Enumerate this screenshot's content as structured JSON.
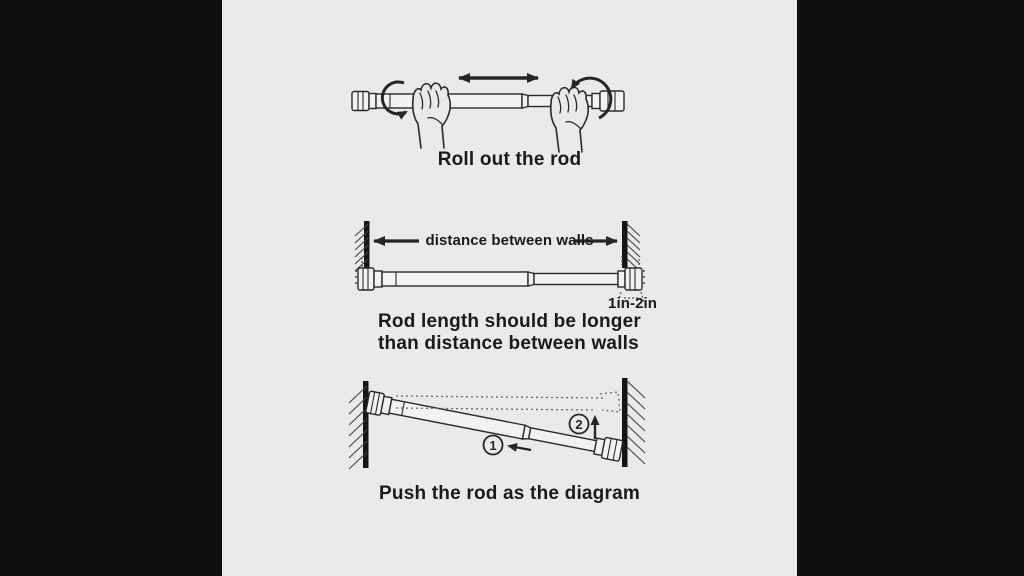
{
  "scene": {
    "letterbox_color": "#0f0f0f",
    "panel_color": "#eaeaea",
    "ink_color": "#262626",
    "text_color": "#1a1a1a"
  },
  "step_roll": {
    "caption": "Roll out the rod"
  },
  "step_length": {
    "dimension_label": "distance between walls",
    "extension_label": "1in-2in",
    "caption_line1": "Rod length should be longer",
    "caption_line2": "than distance between walls"
  },
  "step_push": {
    "marker_1": "1",
    "marker_2": "2",
    "caption": "Push the rod as the diagram"
  }
}
